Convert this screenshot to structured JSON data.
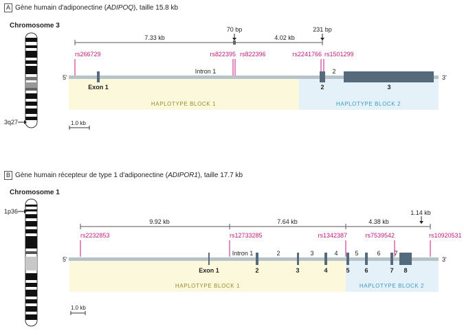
{
  "panel_a": {
    "letter": "A",
    "title_pre": "Gène humain d'adiponectine (",
    "title_gene": "ADIPOQ",
    "title_post": "), taille 15.8 kb",
    "chromosome_label": "Chromosome 3",
    "locus_label": "3q27",
    "distances": [
      "7.33 kb",
      "70 bp",
      "4.02 kb",
      "231 bp"
    ],
    "snps": [
      "rs266729",
      "rs822395",
      "rs822396",
      "rs2241766",
      "rs1501299"
    ],
    "five_prime": "5'",
    "three_prime": "3'",
    "exon_labels": [
      "Exon 1",
      "2",
      "3"
    ],
    "intron_labels": [
      "Intron 1",
      "2"
    ],
    "blocks": [
      "HAPLOTYPE BLOCK 1",
      "HAPLOTYPE BLOCK 2"
    ],
    "scale": "1.0 kb"
  },
  "panel_b": {
    "letter": "B",
    "title_pre": "Gène humain récepteur de type 1 d'adiponectine (",
    "title_gene": "ADIPOR1",
    "title_post": "), taille 17.7 kb",
    "chromosome_label": "Chromosome 1",
    "locus_label": "1p36",
    "distances": [
      "9.92 kb",
      "7.64 kb",
      "4.38 kb",
      "1.14 kb"
    ],
    "snps": [
      "rs2232853",
      "rs12733285",
      "rs1342387",
      "rs7539542",
      "rs10920531"
    ],
    "five_prime": "5'",
    "three_prime": "3'",
    "exon_labels": [
      "Exon 1",
      "2",
      "3",
      "4",
      "5",
      "6",
      "7",
      "8"
    ],
    "intron_labels": [
      "Intron 1",
      "2",
      "3",
      "4",
      "5",
      "6",
      "7"
    ],
    "blocks": [
      "HAPLOTYPE BLOCK 1",
      "HAPLOTYPE BLOCK 2"
    ],
    "scale": "1.0 kb"
  },
  "colors": {
    "snp": "#c0187c",
    "exon": "#556a7a",
    "gene_line": "#b7c2c9",
    "block1": "#fbf8dc",
    "block1_text": "#9a8a2a",
    "block2": "#e4f1f8",
    "block2_text": "#3c9ac4"
  }
}
